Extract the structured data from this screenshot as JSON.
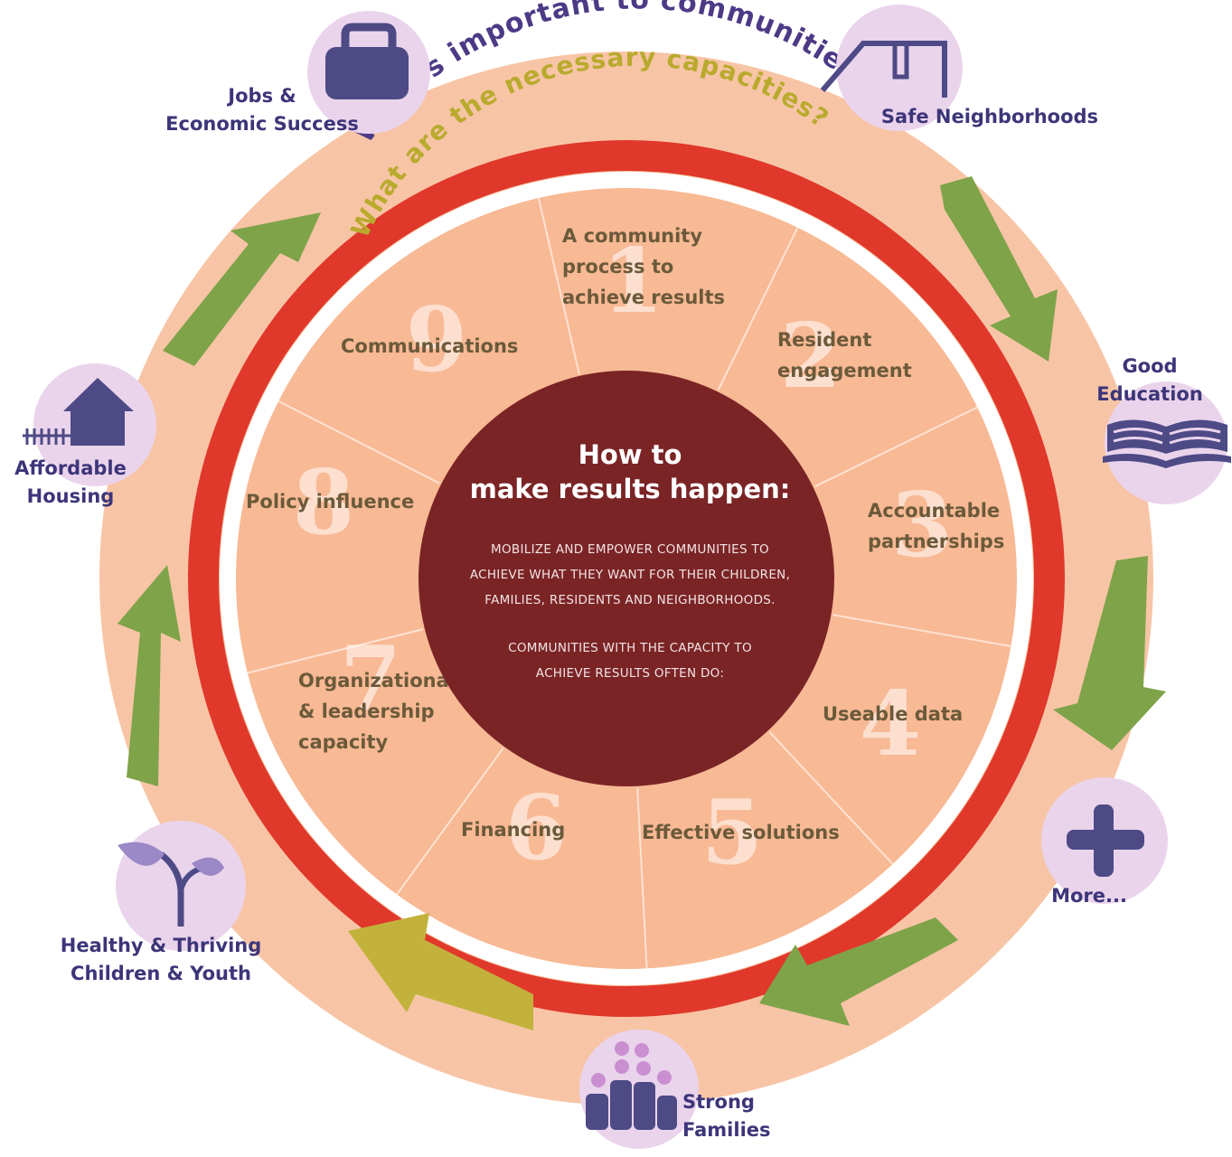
{
  "colors": {
    "outer_ring": "#f7c5a6",
    "red_ring": "#e0382b",
    "wheel": "#f8b995",
    "segment_divider": "#fde3d2",
    "hub": "#7a2426",
    "arrow_green": "#7fa349",
    "arrow_yellow": "#c2b23c",
    "icon_bubble": "#ead4ec",
    "icon_purple": "#4d4a86",
    "label_purple": "#3d3579"
  },
  "arc_text": {
    "outer": "What's important to communities?",
    "inner": "What are the necessary capacities?"
  },
  "hub": {
    "title_line1": "How to",
    "title_line2": "make results happen:",
    "body_lines": [
      "MOBILIZE AND EMPOWER COMMUNITIES TO",
      "ACHIEVE WHAT THEY WANT FOR THEIR CHILDREN,",
      "FAMILIES, RESIDENTS AND NEIGHBORHOODS.",
      "",
      "COMMUNITIES WITH THE CAPACITY TO",
      "ACHIEVE RESULTS OFTEN DO:"
    ]
  },
  "segments": [
    {
      "number": "1",
      "label_lines": [
        "A community",
        "process to",
        "achieve results"
      ]
    },
    {
      "number": "2",
      "label_lines": [
        "Resident",
        "engagement"
      ]
    },
    {
      "number": "3",
      "label_lines": [
        "Accountable",
        "partnerships"
      ]
    },
    {
      "number": "4",
      "label_lines": [
        "Useable data"
      ]
    },
    {
      "number": "5",
      "label_lines": [
        "Effective solutions"
      ]
    },
    {
      "number": "6",
      "label_lines": [
        "Financing"
      ]
    },
    {
      "number": "7",
      "label_lines": [
        "Organizational",
        "& leadership",
        "capacity"
      ]
    },
    {
      "number": "8",
      "label_lines": [
        "Policy influence"
      ]
    },
    {
      "number": "9",
      "label_lines": [
        "Communications"
      ]
    }
  ],
  "outcomes": [
    {
      "icon": "briefcase-icon",
      "label_lines": [
        "Jobs &",
        "Economic Success"
      ]
    },
    {
      "icon": "swing-icon",
      "label_lines": [
        "Safe Neighborhoods"
      ]
    },
    {
      "icon": "book-icon",
      "label_lines": [
        "Good",
        "Education"
      ]
    },
    {
      "icon": "plus-icon",
      "label_lines": [
        "More..."
      ]
    },
    {
      "icon": "family-icon",
      "label_lines": [
        "Strong",
        "Families"
      ]
    },
    {
      "icon": "sprout-icon",
      "label_lines": [
        "Healthy & Thriving",
        "Children & Youth"
      ]
    },
    {
      "icon": "house-icon",
      "label_lines": [
        "Affordable",
        "Housing"
      ]
    }
  ]
}
